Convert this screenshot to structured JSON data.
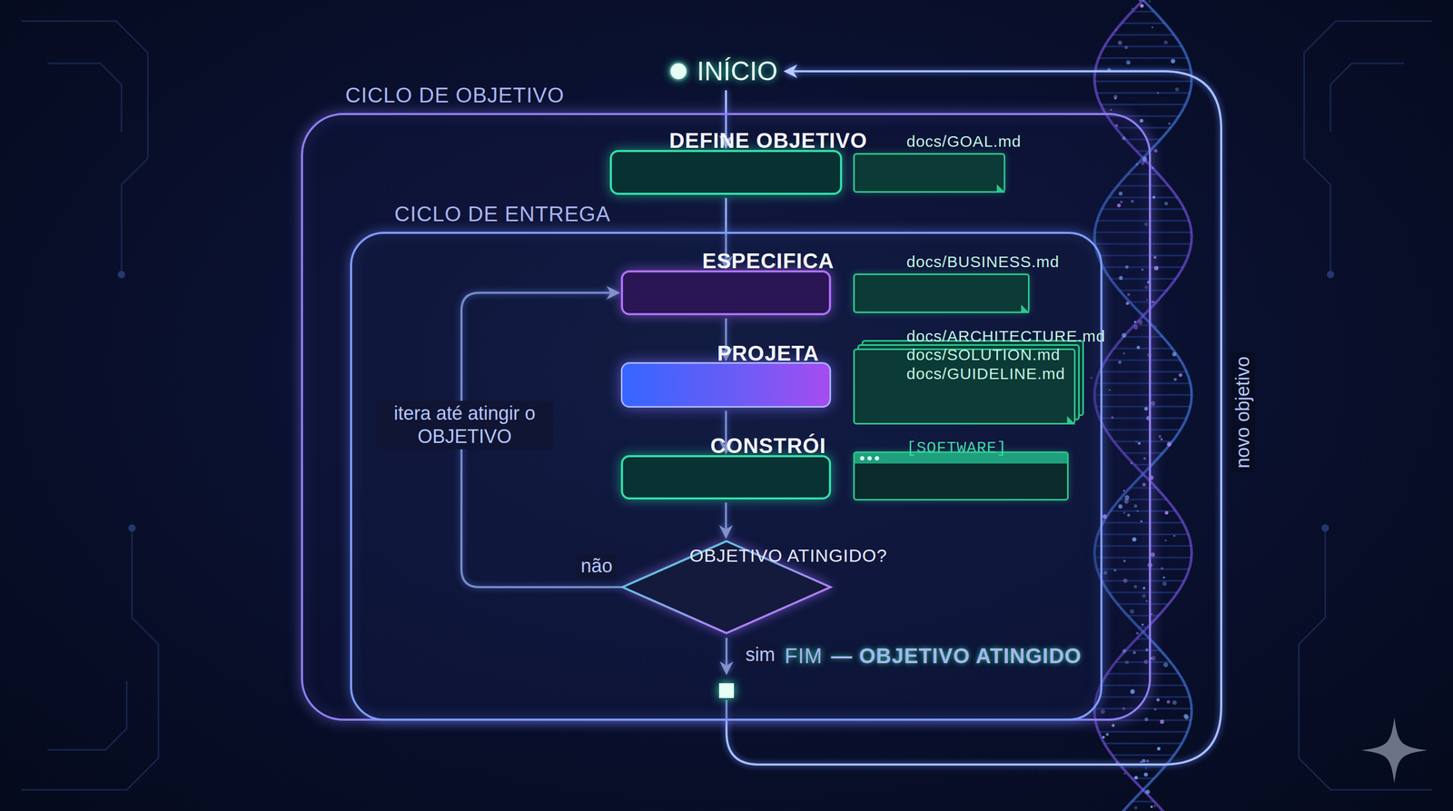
{
  "diagram": {
    "nodes": [
      {
        "text": [
          "INÍCIO"
        ]
      },
      {
        "text": [
          "CICLO DE OBJETIVO"
        ]
      },
      {
        "text": [
          "DEFINE OBJETIVO"
        ],
        "in": 1
      },
      {
        "text": [
          "docs/GOAL.md"
        ],
        "in": 1
      },
      {
        "text": [
          "CICLO DE ENTREGA"
        ],
        "in": 1
      },
      {
        "text": [
          "ESPECIFICA"
        ],
        "in": 4
      },
      {
        "text": [
          "docs/BUSINESS.md"
        ],
        "in": 4
      },
      {
        "text": [
          "PROJETA"
        ],
        "in": 4
      },
      {
        "text": [
          "docs/ARCHITECTURE.md",
          "docs/SOLUTION.md",
          "docs/GUIDELINE.md"
        ],
        "in": 4
      },
      {
        "text": [
          "CONSTRÓI"
        ],
        "in": 4
      },
      {
        "text": [
          "[SOFTWARE]"
        ],
        "in": 4
      },
      {
        "text": [
          "OBJETIVO ATINGIDO?"
        ],
        "in": 4
      },
      {
        "text": [
          "FIM",
          "— OBJETIVO ATINGIDO"
        ],
        "in": 4
      }
    ],
    "edges": [
      {
        "from": 0,
        "to": 2,
        "arrow": "to"
      },
      {
        "from": 2,
        "to": 5,
        "arrow": "to"
      },
      {
        "from": 5,
        "to": 7,
        "arrow": "to"
      },
      {
        "from": 7,
        "to": 9,
        "arrow": "to"
      },
      {
        "from": 9,
        "to": 11,
        "arrow": "to"
      },
      {
        "from": 11,
        "to": 5,
        "label": "não",
        "arrow": "to"
      },
      {
        "from": 11,
        "to": 12,
        "label": "sim",
        "arrow": "to"
      },
      {
        "from": 12,
        "to": 0,
        "label": "novo objetivo",
        "arrow": "to"
      }
    ],
    "labels": [
      "itera até atingir o OBJETIVO"
    ]
  }
}
